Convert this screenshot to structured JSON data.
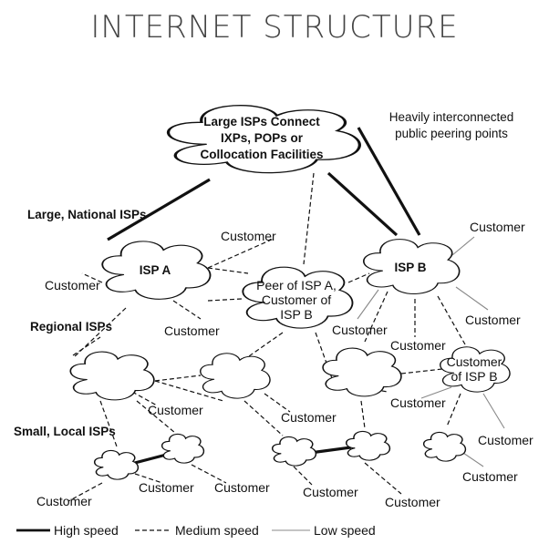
{
  "title": "INTERNET STRUCTURE",
  "top_cloud": [
    "Large ISPs Connect",
    "IXPs, POPs or",
    "Collocation Facilities"
  ],
  "annotation": [
    "Heavily interconnected",
    "public peering points"
  ],
  "tiers": {
    "national": "Large, National ISPs",
    "regional": "Regional ISPs",
    "local": "Small, Local ISPs"
  },
  "isp_a": "ISP A",
  "isp_b": "ISP B",
  "peer_cloud": [
    "Peer of ISP A,",
    "Customer of",
    "ISP B"
  ],
  "customer_b_cloud": [
    "Customer",
    "of ISP B"
  ],
  "customer_label": "Customer",
  "legend": {
    "high": "High speed",
    "medium": "Medium speed",
    "low": "Low speed"
  }
}
